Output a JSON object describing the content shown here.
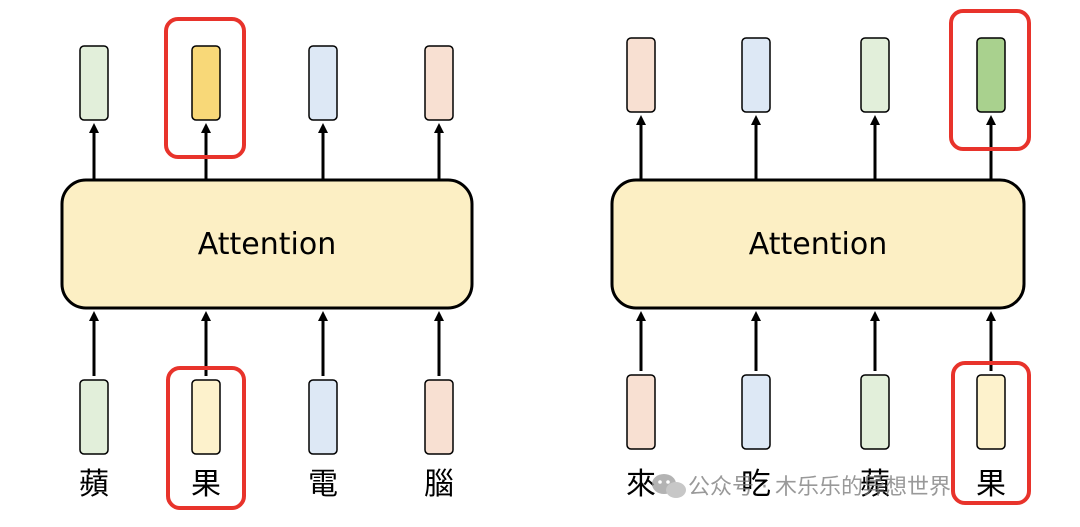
{
  "colors": {
    "green": "#e2efda",
    "blue": "#dde8f5",
    "peach": "#f8e0d2",
    "yellow_light": "#fdf2cc",
    "yellow_strong": "#f8d878",
    "green_strong": "#a9d18e",
    "attention_fill": "#fcefc4",
    "highlight_red": "#e8332b"
  },
  "left_panel": {
    "attention_label": "Attention",
    "tokens": [
      {
        "char": "蘋",
        "input_color": "green",
        "output_color": "green",
        "highlight": false
      },
      {
        "char": "果",
        "input_color": "yellow_light",
        "output_color": "yellow_strong",
        "highlight": true
      },
      {
        "char": "電",
        "input_color": "blue",
        "output_color": "blue",
        "highlight": false
      },
      {
        "char": "腦",
        "input_color": "peach",
        "output_color": "peach",
        "highlight": false
      }
    ]
  },
  "right_panel": {
    "attention_label": "Attention",
    "tokens": [
      {
        "char": "來",
        "input_color": "peach",
        "output_color": "peach",
        "highlight": false
      },
      {
        "char": "吃",
        "input_color": "blue",
        "output_color": "blue",
        "highlight": false
      },
      {
        "char": "蘋",
        "input_color": "green",
        "output_color": "green",
        "highlight": false
      },
      {
        "char": "果",
        "input_color": "yellow_light",
        "output_color": "green_strong",
        "highlight": true
      }
    ]
  },
  "watermark": {
    "text": "公众号 · 木乐乐的异想世界",
    "icon": "wechat-icon"
  }
}
